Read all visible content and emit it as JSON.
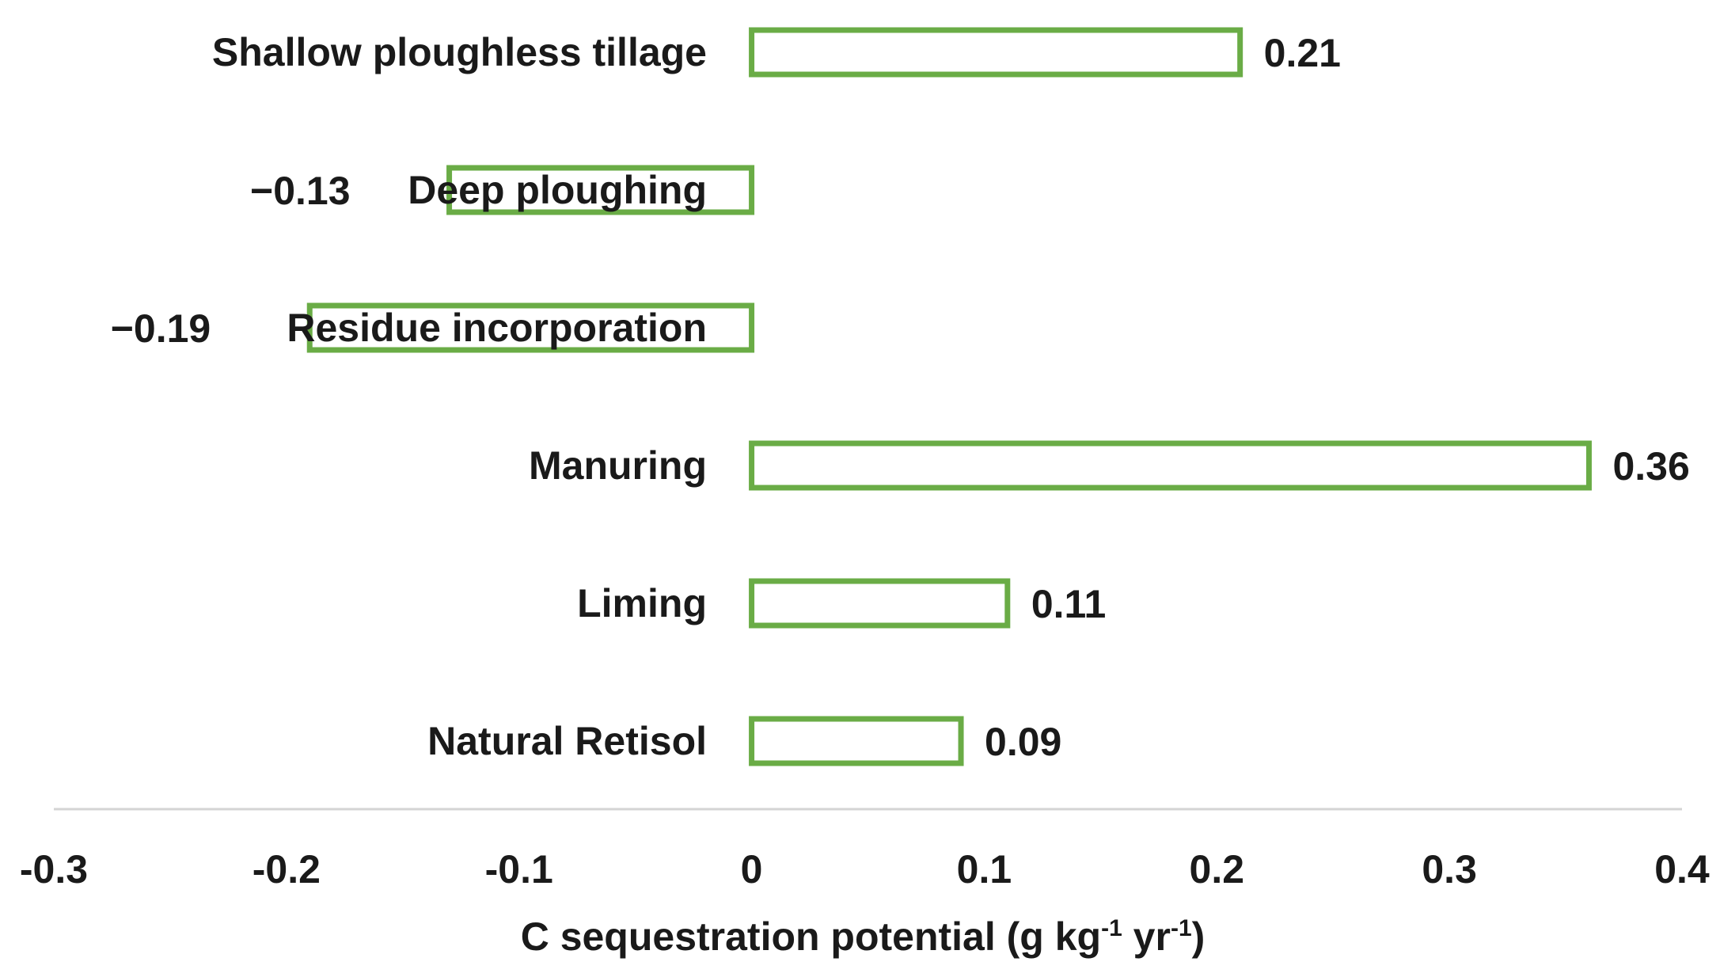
{
  "chart_data": {
    "type": "bar",
    "orientation": "horizontal",
    "categories": [
      "Shallow ploughless tillage",
      "Deep ploughing",
      "Residue incorporation",
      "Manuring",
      "Liming",
      "Natural Retisol"
    ],
    "values": [
      0.21,
      -0.13,
      -0.19,
      0.36,
      0.11,
      0.09
    ],
    "value_labels": [
      "0.21",
      "−0.13",
      "−0.19",
      "0.36",
      "0.11",
      "0.09"
    ],
    "xlabel": {
      "main": "C sequestration potential (g kg",
      "sup1": "-1",
      "mid": " yr",
      "sup2": "-1",
      "end": ")"
    },
    "xlim": [
      -0.3,
      0.4
    ],
    "xticks": [
      -0.3,
      -0.2,
      -0.1,
      0,
      0.1,
      0.2,
      0.3,
      0.4
    ],
    "xtick_labels": [
      "-0.3",
      "-0.2",
      "-0.1",
      "0",
      "0.1",
      "0.2",
      "0.3",
      "0.4"
    ],
    "bar_style": "outline",
    "bar_color": "#6aac46",
    "grid": false,
    "legend": "none"
  }
}
